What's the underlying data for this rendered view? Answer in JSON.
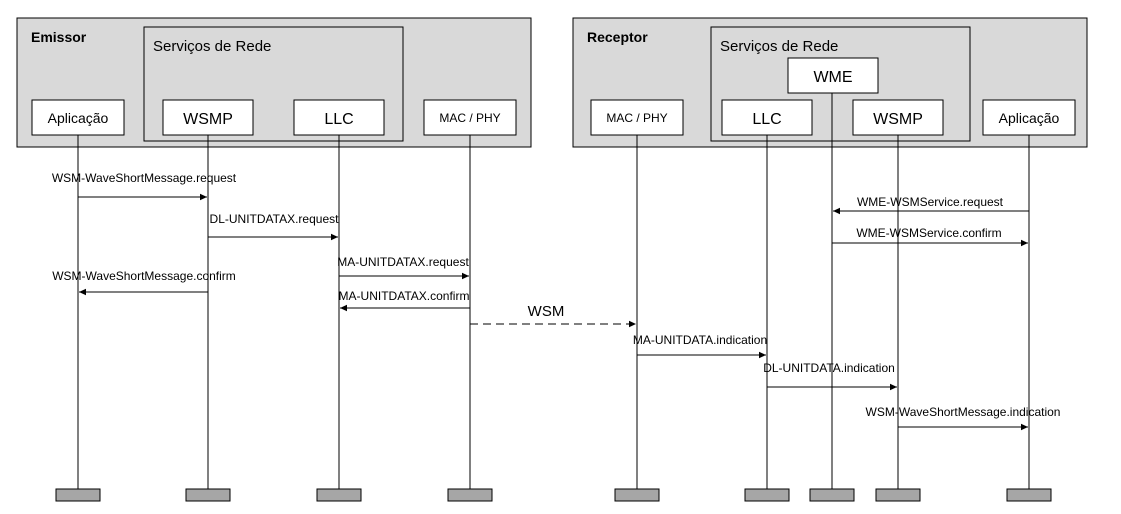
{
  "emissor": {
    "title": "Emissor",
    "group_label": "Serviços de Rede",
    "app": "Aplicação",
    "wsmp": "WSMP",
    "llc": "LLC",
    "macphy": "MAC / PHY"
  },
  "receptor": {
    "title": "Receptor",
    "group_label": "Serviços de Rede",
    "wme": "WME",
    "macphy": "MAC / PHY",
    "llc": "LLC",
    "wsmp": "WSMP",
    "app": "Aplicação"
  },
  "messages": {
    "wsm_request": "WSM-WaveShortMessage.request",
    "dl_request": "DL-UNITDATAX.request",
    "wsm_confirm": "WSM-WaveShortMessage.confirm",
    "ma_request": "MA-UNITDATAX.request",
    "ma_confirm": "MA-UNITDATAX.confirm",
    "wsm": "WSM",
    "ma_indication": "MA-UNITDATA.indication",
    "dl_indication": "DL-UNITDATA.indication",
    "wsm_indication": "WSM-WaveShortMessage.indication",
    "wme_request": "WME-WSMService.request",
    "wme_confirm": "WME-WSMService.confirm"
  },
  "colors": {
    "panel_fill": "#d9d9d9",
    "box_fill": "#ffffff",
    "terminator_fill": "#a6a6a6",
    "stroke": "#000000"
  }
}
